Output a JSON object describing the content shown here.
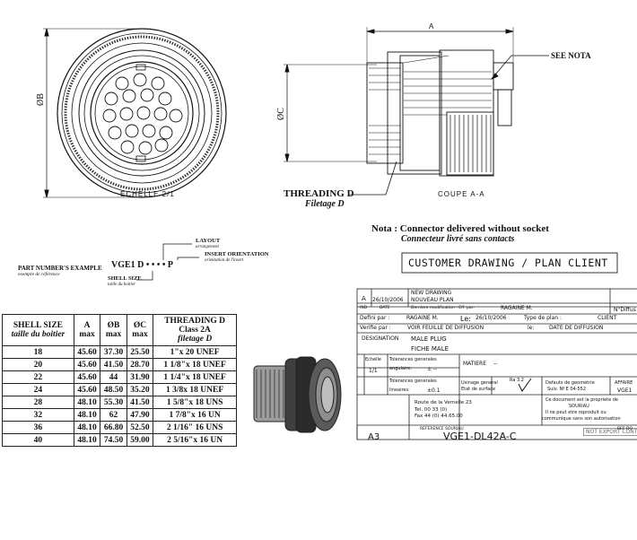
{
  "top_views": {
    "dim_diameter_b": "ØB",
    "dim_diameter_c": "ØC",
    "dim_a": "A",
    "scale_label": "ECHELLE 2/1",
    "section_label": "COUPE A-A",
    "see_note": "SEE NOTA",
    "threading_label": "THREADING D",
    "filetage_label": "Filetage  D"
  },
  "note": {
    "english": "Nota : Connector delivered without socket",
    "french": "Connecteur livré sans contacts"
  },
  "part_number": {
    "example_label": "PART NUMBER'S EXAMPLE",
    "example_sub": "exemple de référence",
    "code_prefix": "VGE1 D",
    "code_suffix": "P",
    "layout_label": "LAYOUT",
    "layout_sub": "arrangement",
    "insert_label": "INSERT ORIENTATION",
    "insert_sub": "orientation de l'insert",
    "shell_label": "SHELL SIZE",
    "shell_sub": "taille du boitier"
  },
  "customer_drawing": "CUSTOMER DRAWING / PLAN CLIENT",
  "shell_table": {
    "headers": [
      {
        "main": "SHELL SIZE",
        "sub": "taille du boitier"
      },
      {
        "main": "A",
        "sub": "max"
      },
      {
        "main": "ØB",
        "sub": "max"
      },
      {
        "main": "ØC",
        "sub": "max"
      },
      {
        "main": "THREADING D",
        "sub": "Class 2A",
        "sub2": "filetage D"
      }
    ],
    "rows": [
      [
        "18",
        "45.60",
        "37.30",
        "25.50",
        "1\"x 20 UNEF"
      ],
      [
        "20",
        "45.60",
        "41.50",
        "28.70",
        "1 1/8\"x 18 UNEF"
      ],
      [
        "22",
        "45.60",
        "44",
        "31.90",
        "1 1/4\"x 18 UNEF"
      ],
      [
        "24",
        "45.60",
        "48.50",
        "35.20",
        "1 3/8x 18 UNEF"
      ],
      [
        "28",
        "48.10",
        "55.30",
        "41.50",
        "1 5/8\"x 18 UNS"
      ],
      [
        "32",
        "48.10",
        "62",
        "47.90",
        "1 7/8\"x 16 UN"
      ],
      [
        "36",
        "48.10",
        "66.80",
        "52.50",
        "2 1/16\" 16 UNS"
      ],
      [
        "40",
        "48.10",
        "74.50",
        "59.00",
        "2 5/16\"x 16 UN"
      ]
    ]
  },
  "title_block": {
    "rev1_letter": "A",
    "rev1_date": "26/10/2006",
    "rev1_text_en": "NEW DRAWING",
    "rev1_text_fr": "NOUVEAU PLAN",
    "ind_header": "IND",
    "date_header": "DATE",
    "mod_header": "Derniere modification - Eff. par:",
    "mod_author": "RAGAINE M.",
    "defini_label": "Defini par :",
    "defini_name": "RAGAINE M.",
    "le_label": "Le:",
    "le_date": "26/10/2006",
    "type_plan_label": "Type de plan :",
    "client_label": "CLIENT",
    "diffusion_label": "N°Diffus",
    "verifie_label": "Verifie par :",
    "voir_feuille": "VOIR FEUILLE DE DIFFUSION",
    "le2_label": "le:",
    "date_diffusion": "DATE DE DIFFUSION",
    "designation_label": "DESIGNATION",
    "designation_en": "MALE PLUG",
    "designation_fr": "FICHE MALE",
    "echelle_label": "Echelle",
    "echelle_value": "1/1",
    "tol_label": "Tolerances generales",
    "angulaire_label": "angulaire:",
    "angulaire_value": "± --",
    "matiere_label": "MATIERE",
    "matiere_value": "--",
    "tol2_label": "Tolerances generales",
    "lineaires_label": "lineaires:",
    "lineaires_value": "±0.1",
    "usinage_label": "Usinage general",
    "etat_label": "Etat de surface",
    "ra_label": "Ra 3.2",
    "defauts_label": "Defauts de geometrie",
    "norme_label": "Suiv. Nf E 04-552",
    "affaire_label": "AFFAIRE",
    "affaire_value": "VGE1",
    "confid_1": "Ce document est la propriete de",
    "confid_2": "SOURIAU",
    "confid_3": "Il ne peut etre reproduit ou",
    "confid_4": "communique sans son autorisation",
    "address_1": "Route de la Vernelle 23",
    "address_2": "Tel. 00 33 (0)",
    "address_3": "Fax 44 (0) 44.65.00",
    "reference_label": "REFERENCE SOURIAU",
    "reference_value": "VGE1-DL42A-C",
    "format_value": "A3",
    "not_export": "NOT EXPORT CONTR",
    "refdo": "REF DO"
  }
}
